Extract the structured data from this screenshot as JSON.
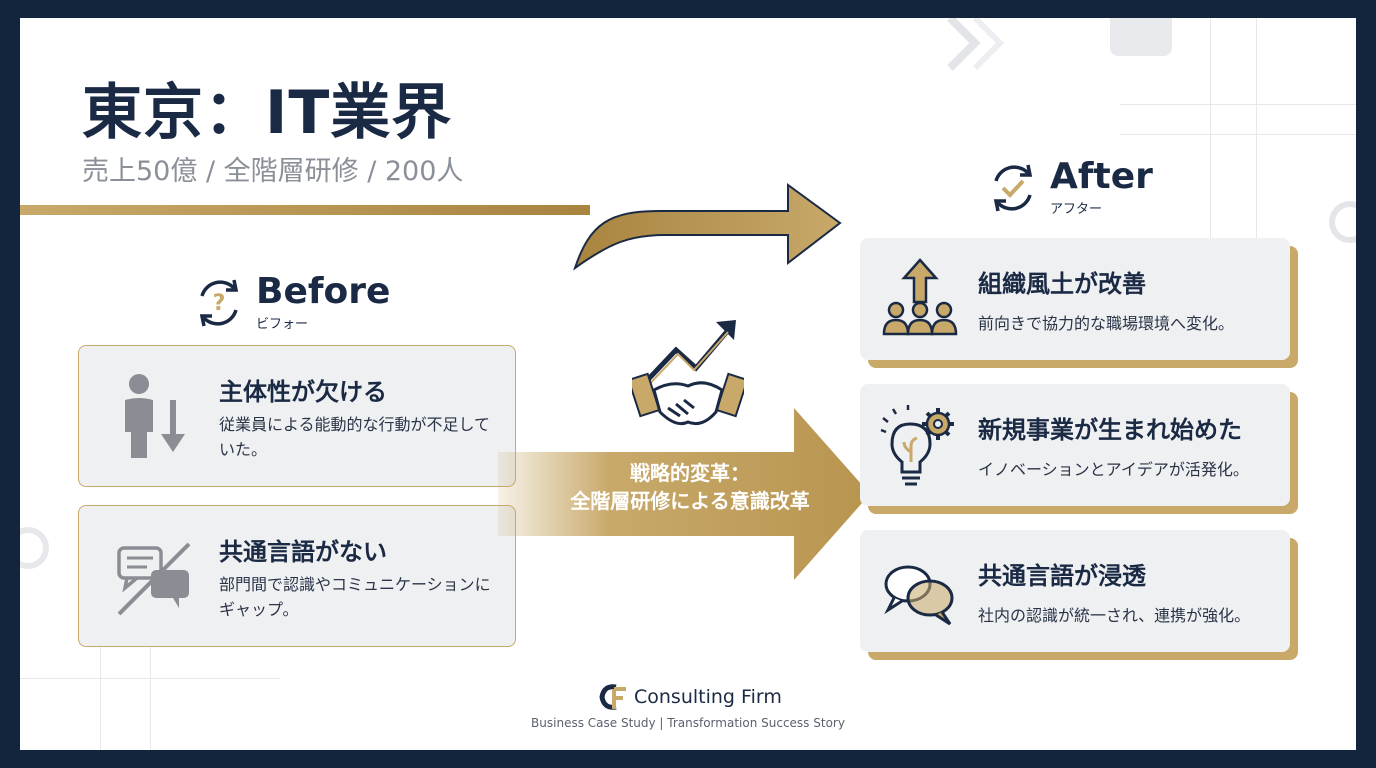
{
  "header": {
    "title": "東京：IT業界",
    "subtitle": "売上50億 / 全階層研修 / 200人"
  },
  "before": {
    "title": "Before",
    "subtitle": "ビフォー",
    "icon": "question-cycle-icon",
    "cards": [
      {
        "icon": "person-down-arrow-icon",
        "title": "主体性が欠ける",
        "desc": "従業員による能動的な行動が不足していた。"
      },
      {
        "icon": "speech-bubble-slash-icon",
        "title": "共通言語がない",
        "desc": "部門間で認識やコミュニケーションにギャップ。"
      }
    ]
  },
  "transform": {
    "line1": "戦略的変革：",
    "line2": "全階層研修による意識改革",
    "icon": "handshake-growth-icon"
  },
  "after": {
    "title": "After",
    "subtitle": "アフター",
    "icon": "check-cycle-icon",
    "cards": [
      {
        "icon": "team-up-arrow-icon",
        "title": "組織風土が改善",
        "desc": "前向きで協力的な職場環境へ変化。"
      },
      {
        "icon": "lightbulb-gear-icon",
        "title": "新規事業が生まれ始めた",
        "desc": "イノベーションとアイデアが活発化。"
      },
      {
        "icon": "speech-bubbles-icon",
        "title": "共通言語が浸透",
        "desc": "社内の認識が統一され、連携が強化。"
      }
    ]
  },
  "footer": {
    "logo_mark": "CF",
    "name": "Consulting Firm",
    "tagline": "Business Case Study  |  Transformation Success Story"
  },
  "colors": {
    "navy": "#1b2a44",
    "gold": "#c8a96a",
    "card_bg": "#eff0f2",
    "frame": "#13243d"
  }
}
